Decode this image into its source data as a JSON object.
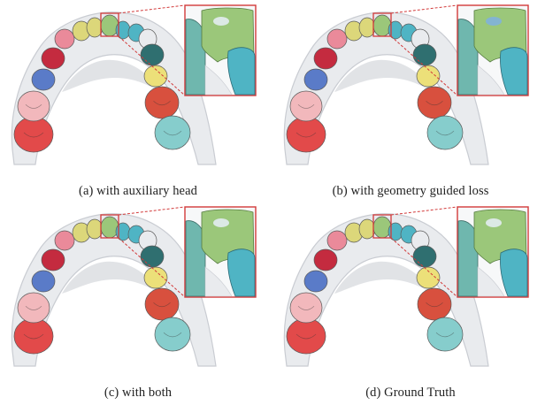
{
  "figure": {
    "panels": [
      {
        "caption": "(a) with auxiliary head",
        "inset_fragment_color": "#e8eef8"
      },
      {
        "caption": "(b) with geometry guided loss",
        "inset_fragment_color": "#7fb0e0"
      },
      {
        "caption": "(c) with both",
        "inset_fragment_color": "#e8eef8"
      },
      {
        "caption": "(d) Ground Truth",
        "inset_fragment_color": "#e8eef8"
      }
    ],
    "colors": {
      "highlight_box": "#d23a3a",
      "gum": "#e9ebee",
      "gum_shade": "#c9ccd2",
      "molar_left": "#e24a4a",
      "premolar_left_pink": "#f2b8bc",
      "canine_left_blue": "#5a7bc8",
      "incisor_left_red": "#c42b3f",
      "incisor_pink": "#ea8a9a",
      "incisor_yellow": "#dcd77a",
      "incisor_green": "#9bc77a",
      "incisor_teal": "#4fb4c4",
      "right_teal_dark": "#2f6f70",
      "right_yellow": "#ece079",
      "right_red": "#d8503e",
      "right_cyan": "#86cdcc"
    }
  }
}
